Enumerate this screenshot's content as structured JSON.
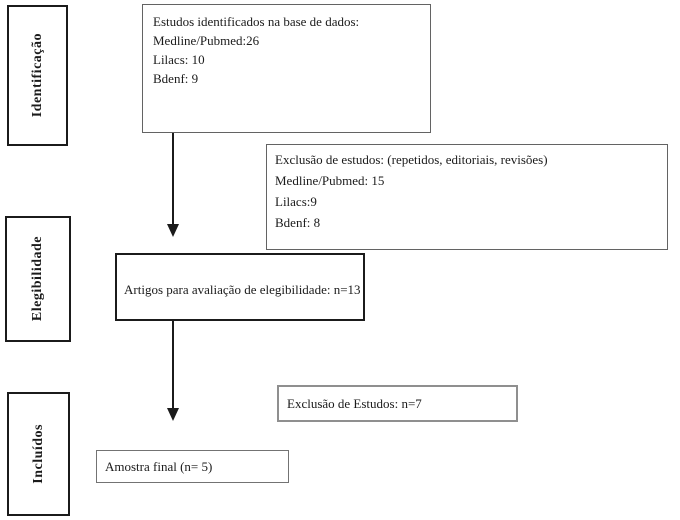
{
  "flowchart": {
    "type": "prisma-flow-diagram",
    "stage_labels": [
      {
        "label": "Identificação"
      },
      {
        "label": "Elegibilidade"
      },
      {
        "label": "Incluídos"
      }
    ],
    "identified_box": {
      "lines": [
        "Estudos identificados na base de dados:",
        "Medline/Pubmed:26",
        "Lilacs: 10",
        "Bdenf: 9"
      ]
    },
    "exclusion_box_1": {
      "lines": [
        "Exclusão de estudos: (repetidos, editoriais, revisões)",
        "Medline/Pubmed: 15",
        "Lilacs:9",
        "Bdenf: 8"
      ]
    },
    "eligibility_box": {
      "text": "Artigos para avaliação de elegibilidade: n=13"
    },
    "exclusion_box_2": {
      "text": "Exclusão de Estudos: n=7"
    },
    "final_box": {
      "text": "Amostra final (n= 5)"
    },
    "colors": {
      "background": "#ffffff",
      "text": "#1b1b1b",
      "stage_border": "#1b1b1b",
      "box_border_gray": "#636363",
      "box_border_light_gray": "#8f8f8f",
      "arrow": "#1b1b1b"
    }
  }
}
